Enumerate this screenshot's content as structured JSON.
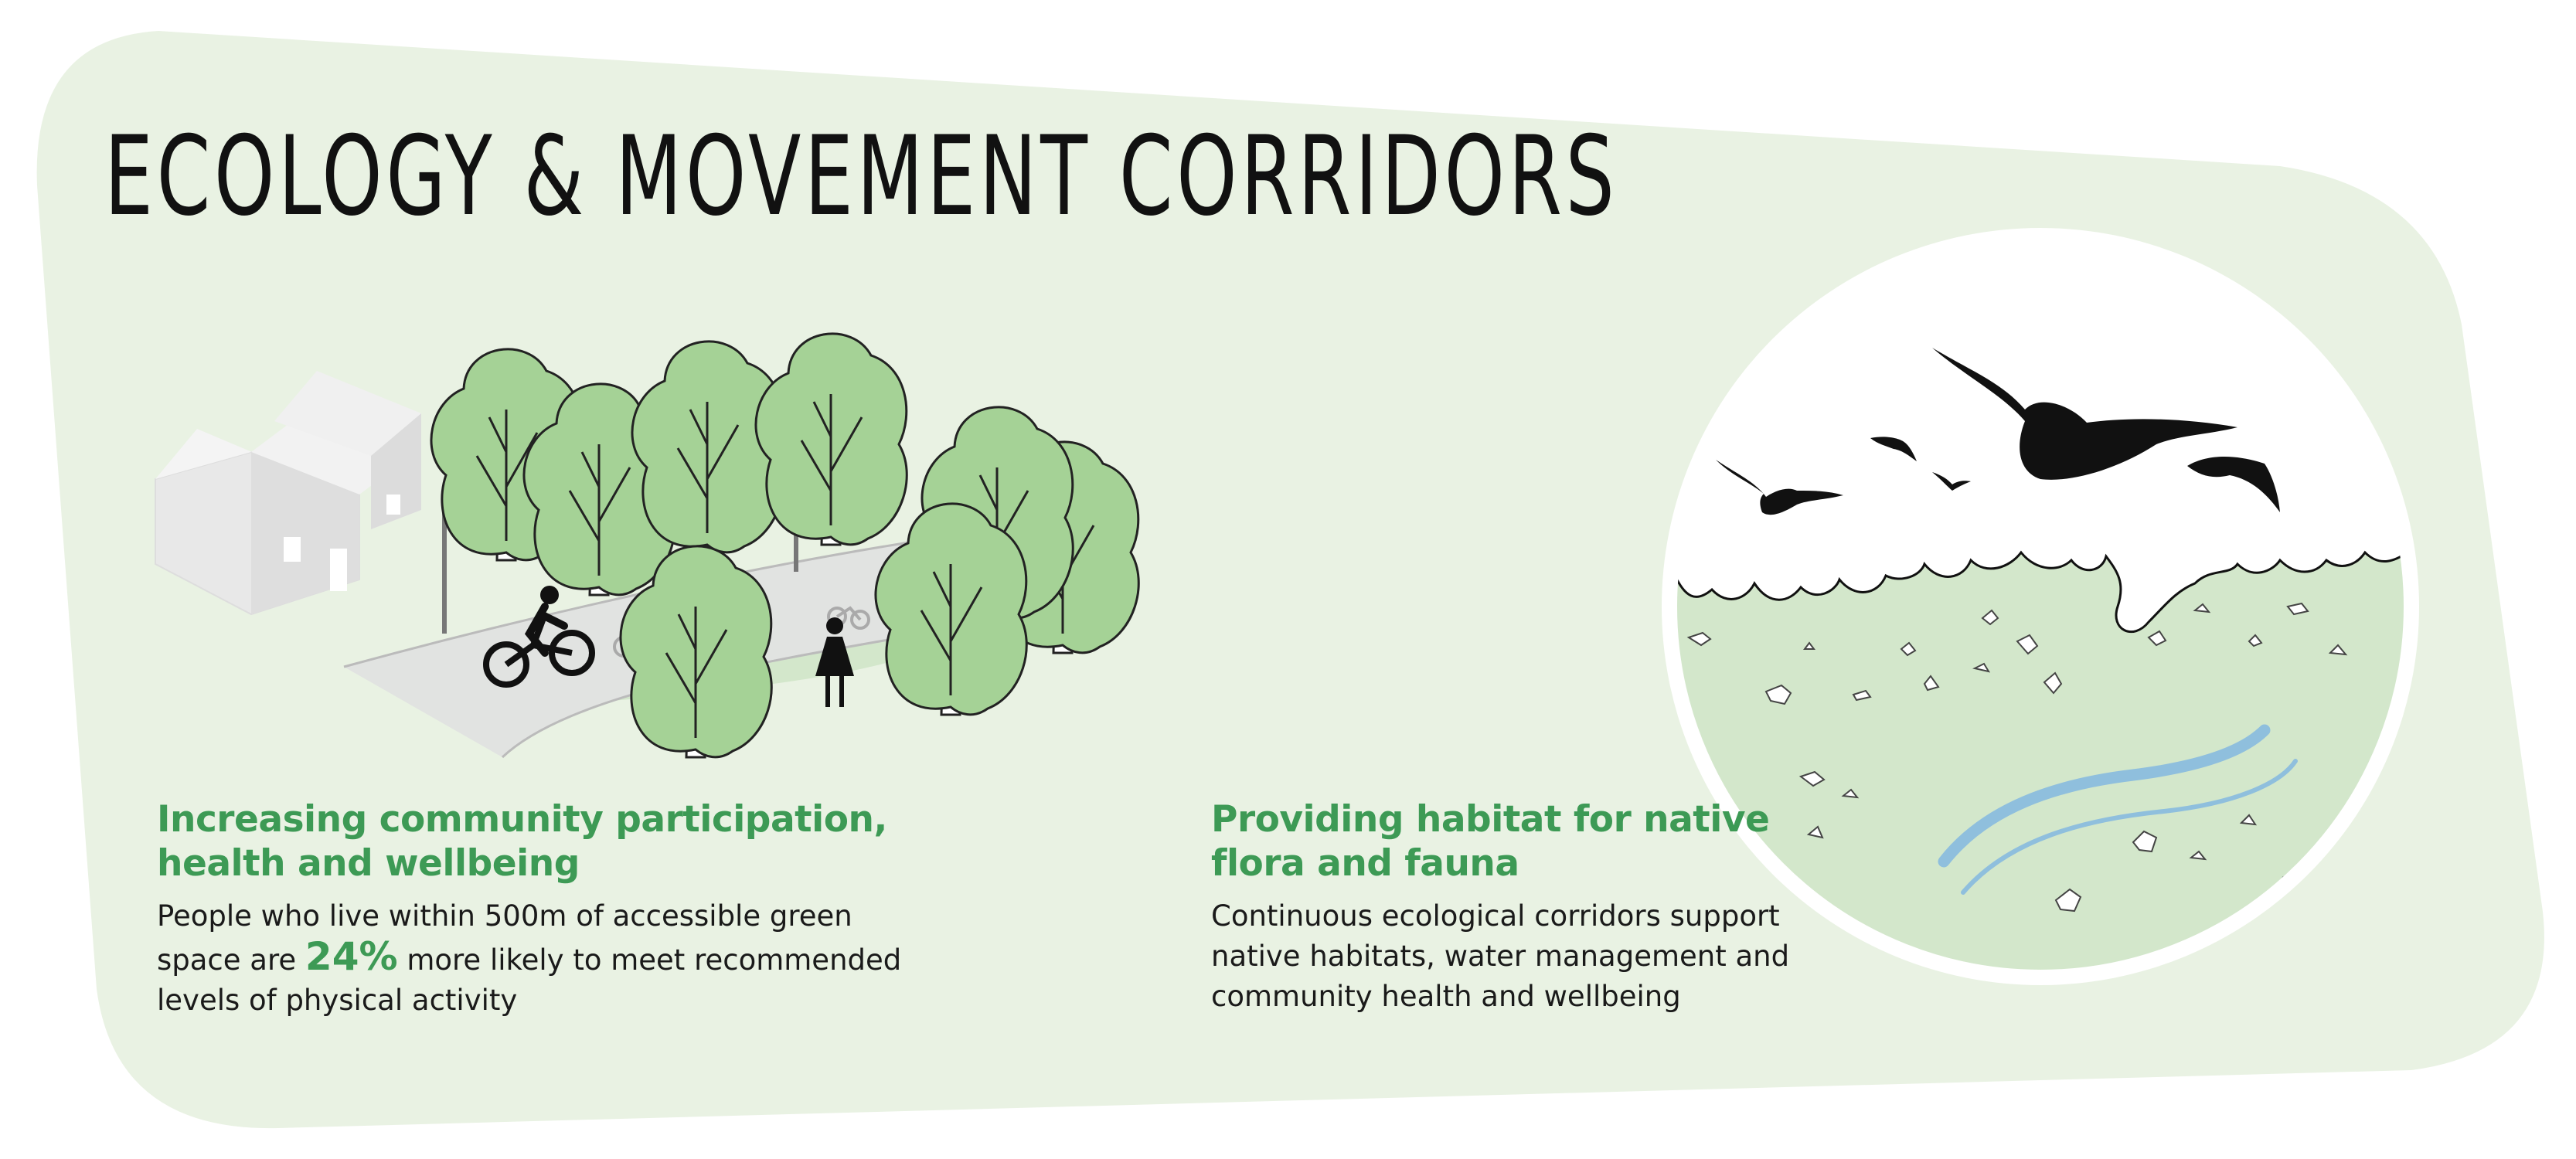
{
  "title": "ECOLOGY & MOVEMENT CORRIDORS",
  "colors": {
    "panel": "#e9f2e3",
    "accent_green": "#3d9a55",
    "tree_fill": "#a5d296",
    "meadow": "#d3e7cb",
    "water": "#8fbfdd",
    "path": "#e1e3e1"
  },
  "community": {
    "heading_line1": "Increasing community participation,",
    "heading_line2": "health and wellbeing",
    "body_line1": "People who live within 500m of accessible green",
    "body_line2_before": "space are ",
    "body_stat": "24%",
    "body_line2_after": " more likely to meet recommended",
    "body_line3": "levels of physical activity"
  },
  "habitat": {
    "heading_line1": "Providing habitat for native",
    "heading_line2": "flora and fauna",
    "body_line1": "Continuous ecological corridors support",
    "body_line2": "native habitats, water management and",
    "body_line3": "community health and wellbeing"
  },
  "icons": {
    "houses": "house-icon",
    "trees": "tree-icon",
    "cyclist": "cyclist-icon",
    "pedestrians": "pedestrian-icon",
    "birds": "bird-icon",
    "creek": "creek-icon"
  }
}
